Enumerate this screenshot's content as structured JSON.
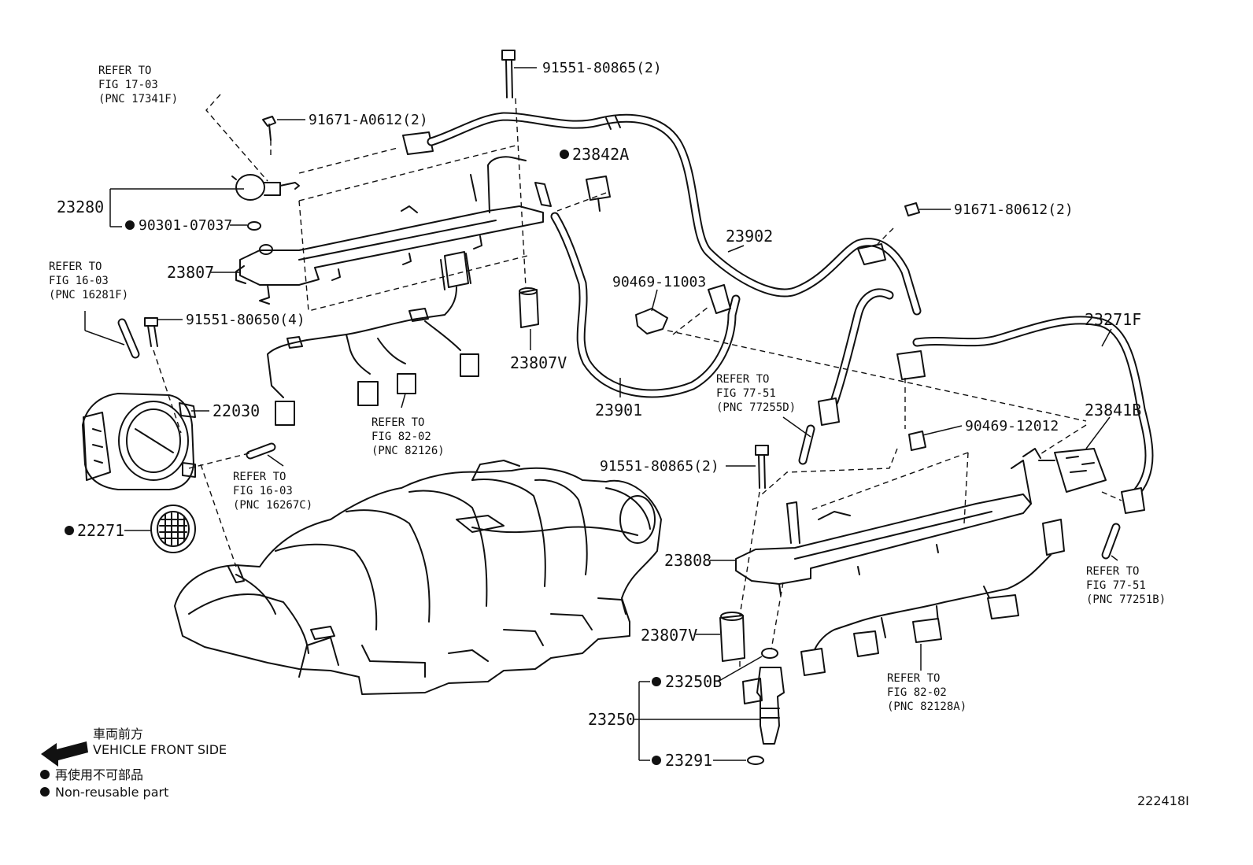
{
  "parts": {
    "p_91551_80865_top": "91551-80865(2)",
    "p_91671_A0612": "91671-A0612(2)",
    "p_23842A": "23842A",
    "p_23280": "23280",
    "p_90301_07037": "90301-07037",
    "p_23807": "23807",
    "p_91551_80650": "91551-80650(4)",
    "p_22030": "22030",
    "p_22271": "22271",
    "p_23807V_top": "23807V",
    "p_90469_11003": "90469-11003",
    "p_23902": "23902",
    "p_23901": "23901",
    "p_91671_80612": "91671-80612(2)",
    "p_23271F": "23271F",
    "p_23841B": "23841B",
    "p_90469_12012": "90469-12012",
    "p_91551_80865_bottom": "91551-80865(2)",
    "p_23808": "23808",
    "p_23807V_bottom": "23807V",
    "p_23250B": "23250B",
    "p_23250": "23250",
    "p_23291": "23291"
  },
  "refs": {
    "r1": {
      "line1": "REFER TO",
      "line2": "FIG 17-03",
      "line3": "(PNC 17341F)"
    },
    "r2": {
      "line1": "REFER TO",
      "line2": "FIG 16-03",
      "line3": "(PNC 16281F)"
    },
    "r3": {
      "line1": "REFER TO",
      "line2": "FIG 82-02",
      "line3": "(PNC 82126)"
    },
    "r4": {
      "line1": "REFER TO",
      "line2": "FIG 16-03",
      "line3": "(PNC 16267C)"
    },
    "r5": {
      "line1": "REFER TO",
      "line2": "FIG 77-51",
      "line3": "(PNC 77255D)"
    },
    "r6": {
      "line1": "REFER TO",
      "line2": "FIG 77-51",
      "line3": "(PNC 77251B)"
    },
    "r7": {
      "line1": "REFER TO",
      "line2": "FIG 82-02",
      "line3": "(PNC 82128A)"
    }
  },
  "legend": {
    "front_jp": "車両前方",
    "front_en": "VEHICLE FRONT SIDE",
    "nonreuse_jp": "再使用不可部品",
    "nonreuse_en": "Non-reusable part"
  },
  "figure_id": "222418I"
}
